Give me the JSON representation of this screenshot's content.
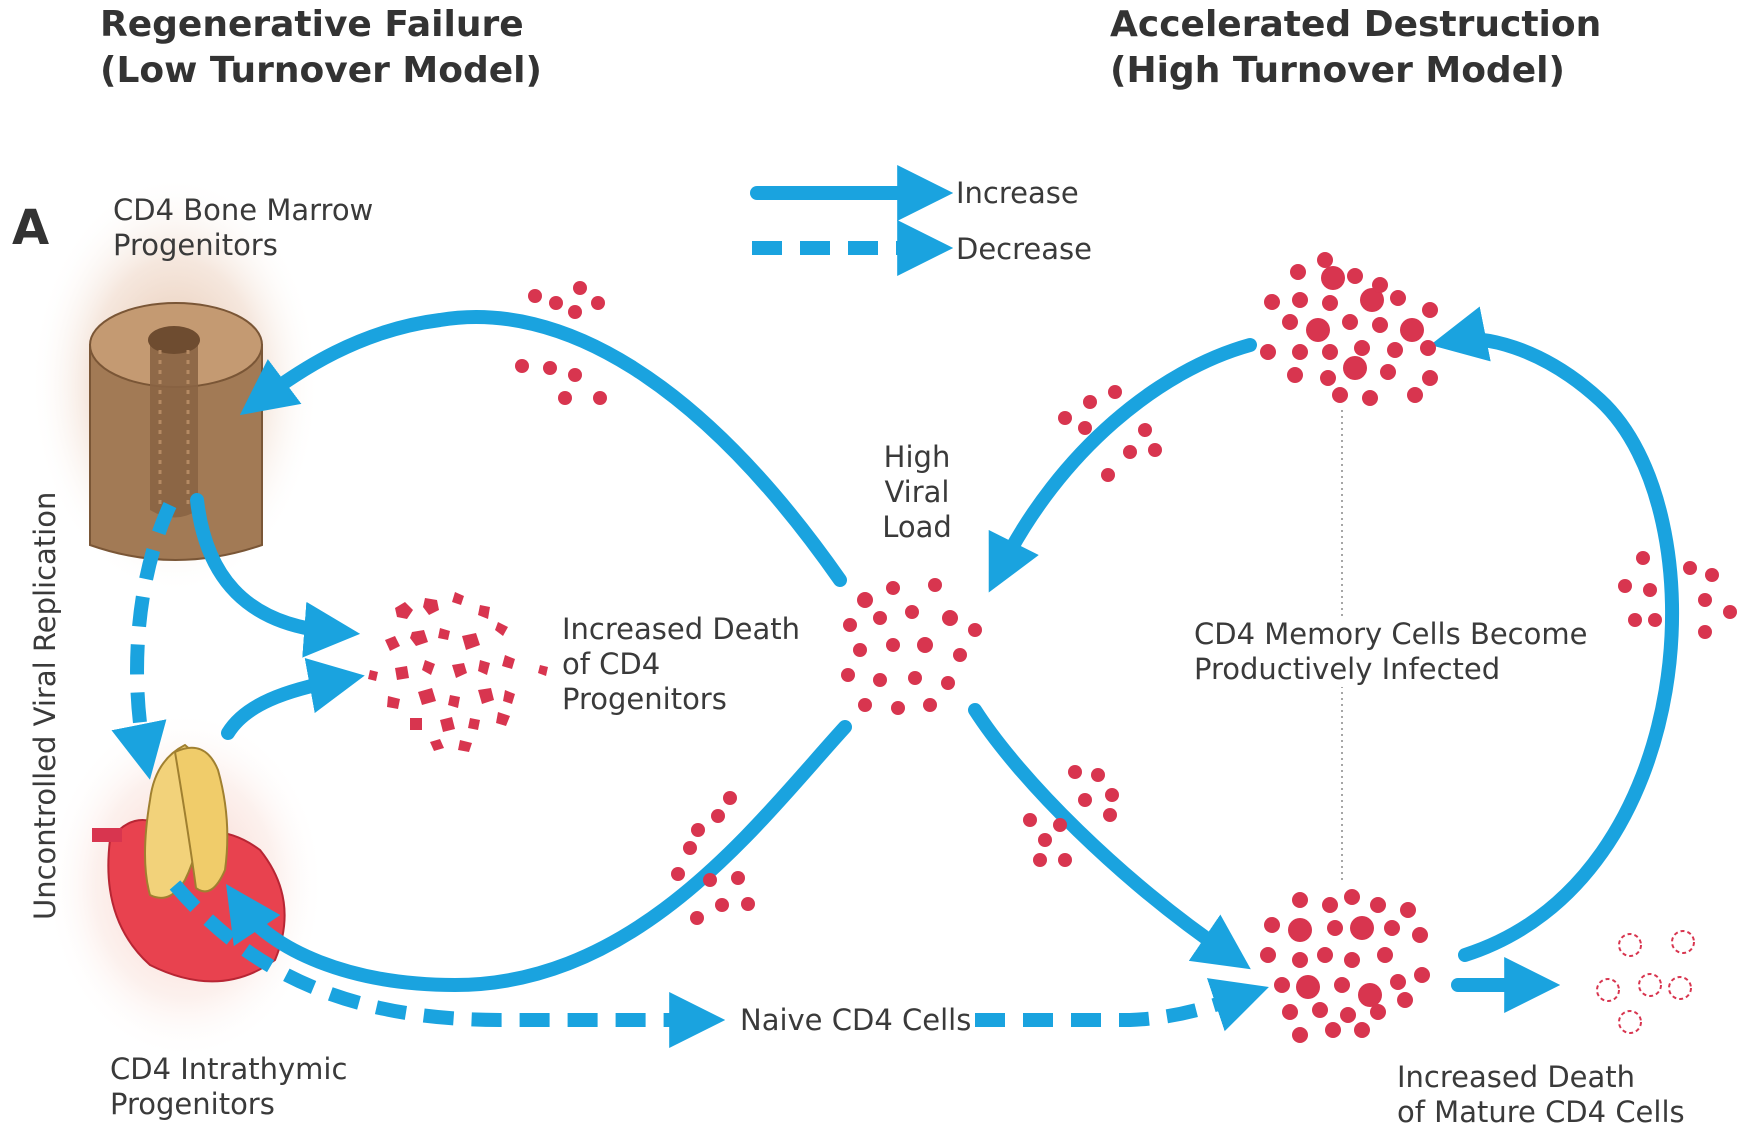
{
  "titles": {
    "left": [
      "Regenerative Failure",
      "(Low Turnover Model)"
    ],
    "right": [
      "Accelerated Destruction",
      "(High Turnover Model)"
    ]
  },
  "panel_label": "A",
  "side_label": "Uncontrolled Viral Replication",
  "legend": {
    "increase": "Increase",
    "decrease": "Decrease",
    "color": "#1aa3df"
  },
  "nodes": {
    "bone_marrow": {
      "prefix": "CD4",
      "line1": "Bone Marrow",
      "line2": "Progenitors"
    },
    "intrathymic": {
      "prefix": "CD4",
      "line1": "Intrathymic",
      "line2": "Progenitors"
    },
    "progenitor_death": {
      "line1": "Increased Death",
      "line2_pre": "of",
      "line2_sc": "CD4",
      "line3": "Progenitors"
    },
    "viral_load": [
      "High",
      "Viral",
      "Load"
    ],
    "memory_infected": {
      "prefix": "CD4",
      "line1": "Memory Cells Become",
      "line2": "Productively Infected"
    },
    "naive": {
      "pre": "Naive",
      "sc": "CD4",
      "post": "Cells"
    },
    "mature_death": {
      "line1": "Increased Death",
      "line2_pre": "of Mature",
      "line2_sc": "CD4",
      "line2_post": "Cells"
    }
  },
  "colors": {
    "arrow": "#1aa3df",
    "cell": "#d8354f",
    "bone": "#a27a55",
    "thymus": "#f2d27a",
    "heart": "#e8424f"
  }
}
